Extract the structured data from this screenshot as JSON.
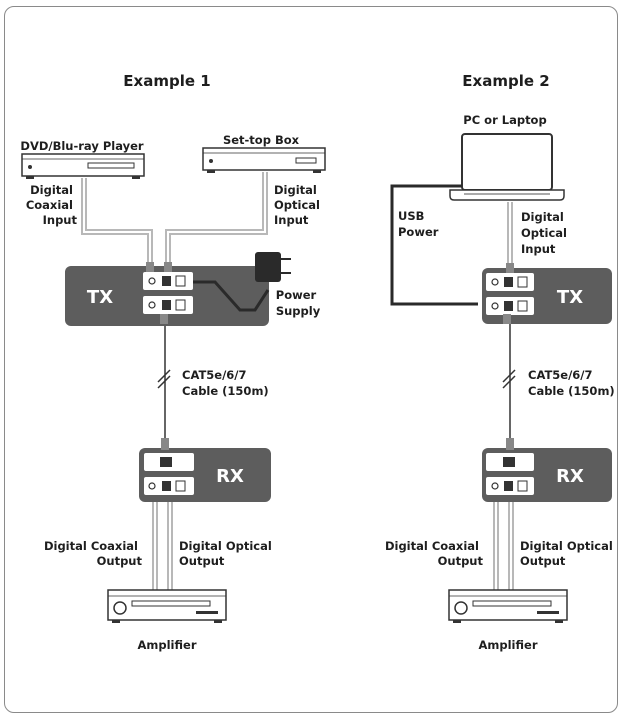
{
  "examples": [
    {
      "title": "Example 1",
      "source_left": "DVD/Blu-ray Player",
      "source_right": "Set-top Box",
      "input_left": [
        "Digital",
        "Coaxial",
        "Input"
      ],
      "input_right": [
        "Digital",
        "Optical",
        "Input"
      ],
      "power": [
        "Power",
        "Supply"
      ],
      "tx": "TX",
      "rx": "RX",
      "cable": [
        "CAT5e/6/7",
        "Cable (150m)"
      ],
      "output_left": [
        "Digital Coaxial",
        "Output"
      ],
      "output_right": [
        "Digital Optical",
        "Output"
      ],
      "sink": "Amplifier"
    },
    {
      "title": "Example 2",
      "source": "PC or Laptop",
      "power": [
        "USB",
        "Power"
      ],
      "input_right": [
        "Digital",
        "Optical",
        "Input"
      ],
      "tx": "TX",
      "rx": "RX",
      "cable": [
        "CAT5e/6/7",
        "Cable (150m)"
      ],
      "output_left": [
        "Digital Coaxial",
        "Output"
      ],
      "output_right": [
        "Digital Optical",
        "Output"
      ],
      "sink": "Amplifier"
    }
  ],
  "colors": {
    "unit_box": "#5d5d5d",
    "cable": "#b8b8b8",
    "power_cable": "#2a2a2a",
    "text": "#1e1e1e"
  }
}
